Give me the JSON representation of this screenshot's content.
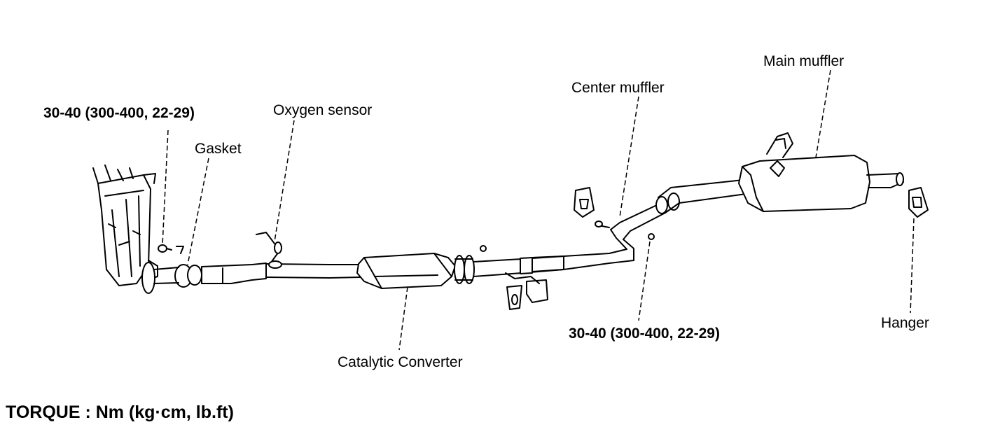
{
  "labels": {
    "torque_left": "30-40 (300-400, 22-29)",
    "oxygen_sensor": "Oxygen sensor",
    "gasket": "Gasket",
    "center_muffler": "Center muffler",
    "main_muffler": "Main muffler",
    "catalytic_converter": "Catalytic Converter",
    "torque_right": "30-40 (300-400, 22-29)",
    "hanger": "Hanger"
  },
  "footer": "TORQUE : Nm (kg·cm, lb.ft)",
  "colors": {
    "line": "#000000",
    "background": "#ffffff"
  }
}
